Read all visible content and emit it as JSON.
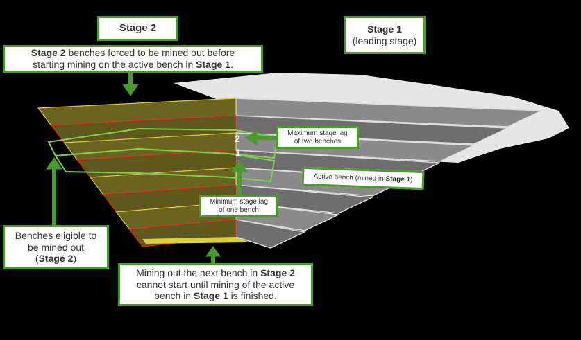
{
  "labels": {
    "stage2_title": "Stage 2",
    "stage1_title": "Stage 1",
    "stage1_subtitle": "(leading stage)",
    "forced": {
      "b1": "Stage 2",
      "t1": " benches forced to be mined out before",
      "t2": "starting mining on the active bench in ",
      "b2": "Stage 1",
      "t3": "."
    },
    "max_lag": {
      "l1": "Maximum stage lag",
      "l2": "of two benches"
    },
    "active_bench": {
      "t1": "Active bench (mined in ",
      "b1": "Stage 1",
      "t2": ")"
    },
    "min_lag": {
      "l1": "Minimum stage lag",
      "l2": "of one bench"
    },
    "eligible": {
      "l1": "Benches eligible to",
      "l2": "be mined out",
      "t1": "(",
      "b1": "Stage 2",
      "t2": ")"
    },
    "mining_next": {
      "t1": "Mining out the next bench in ",
      "b1": "Stage 2",
      "t2": "cannot start until mining of the active",
      "t3": "bench in ",
      "b2": "Stage 1",
      "t4": " is finished."
    },
    "bench_2": "2",
    "bench_1": "1"
  },
  "colors": {
    "accent": "#4a9a2e",
    "stage2": "#6b6420",
    "stage1": "#7a7a7a",
    "outline": "#e02020"
  }
}
